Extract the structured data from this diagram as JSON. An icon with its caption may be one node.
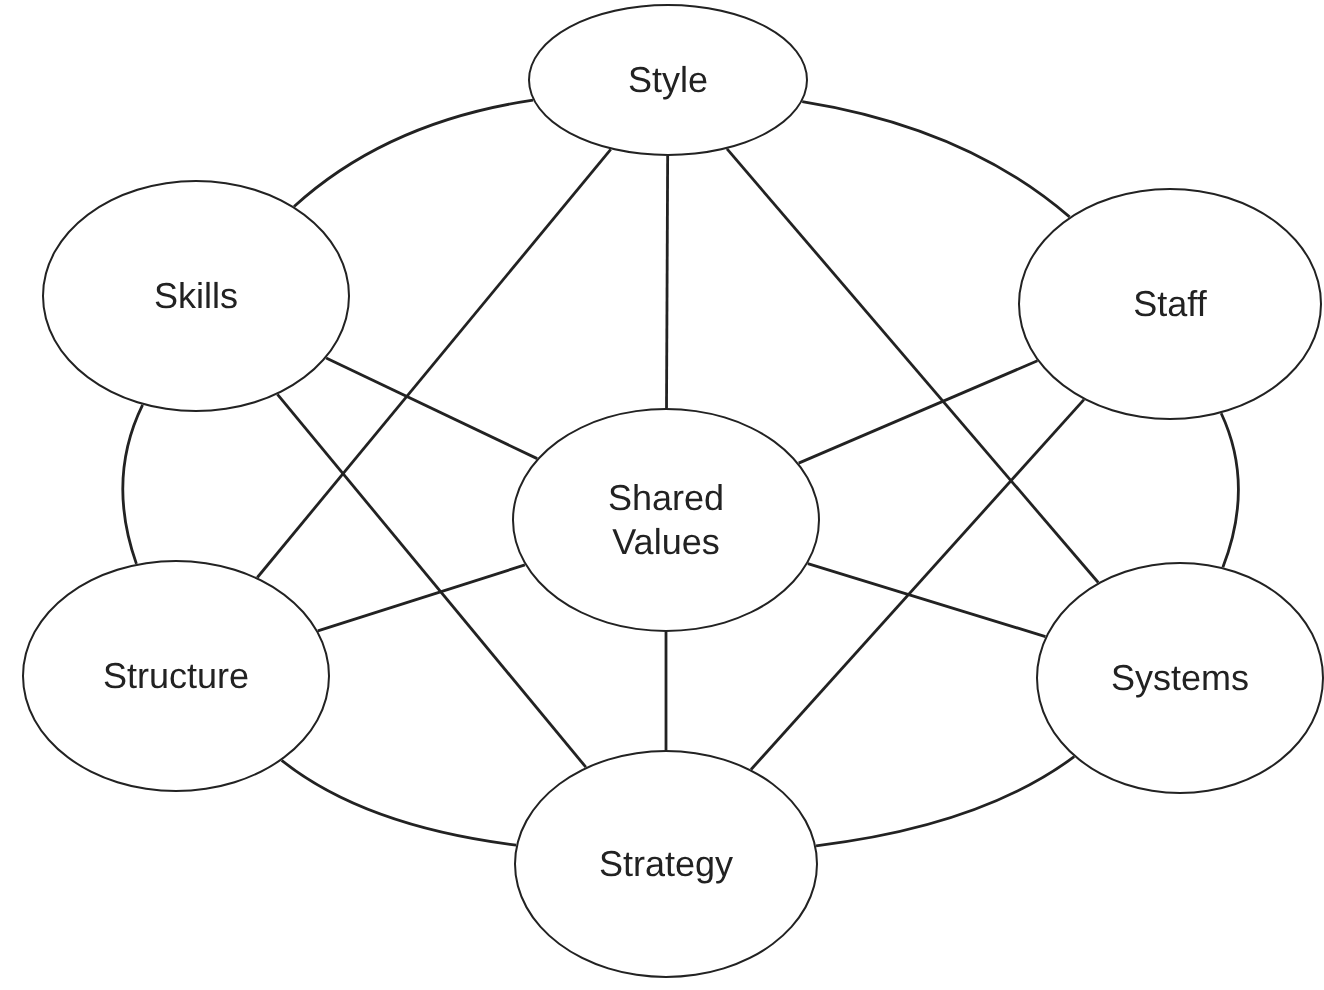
{
  "diagram": {
    "nodes": [
      {
        "text": [
          "Style"
        ]
      },
      {
        "text": [
          "Skills"
        ]
      },
      {
        "text": [
          "Staff"
        ]
      },
      {
        "text": [
          "Shared Values"
        ]
      },
      {
        "text": [
          "Structure"
        ]
      },
      {
        "text": [
          "Systems"
        ]
      },
      {
        "text": [
          "Strategy"
        ]
      }
    ],
    "edges": [
      {
        "from": 0,
        "to": 2,
        "arrow": "none"
      },
      {
        "from": 2,
        "to": 5,
        "arrow": "none"
      },
      {
        "from": 5,
        "to": 6,
        "arrow": "none"
      },
      {
        "from": 6,
        "to": 4,
        "arrow": "none"
      },
      {
        "from": 4,
        "to": 1,
        "arrow": "none"
      },
      {
        "from": 1,
        "to": 0,
        "arrow": "none"
      },
      {
        "from": 0,
        "to": 3,
        "arrow": "none"
      },
      {
        "from": 0,
        "to": 4,
        "arrow": "none"
      },
      {
        "from": 0,
        "to": 5,
        "arrow": "none"
      },
      {
        "from": 1,
        "to": 3,
        "arrow": "none"
      },
      {
        "from": 1,
        "to": 6,
        "arrow": "none"
      },
      {
        "from": 2,
        "to": 3,
        "arrow": "none"
      },
      {
        "from": 2,
        "to": 6,
        "arrow": "none"
      },
      {
        "from": 4,
        "to": 3,
        "arrow": "none"
      },
      {
        "from": 5,
        "to": 3,
        "arrow": "none"
      },
      {
        "from": 3,
        "to": 6,
        "arrow": "none"
      }
    ]
  }
}
